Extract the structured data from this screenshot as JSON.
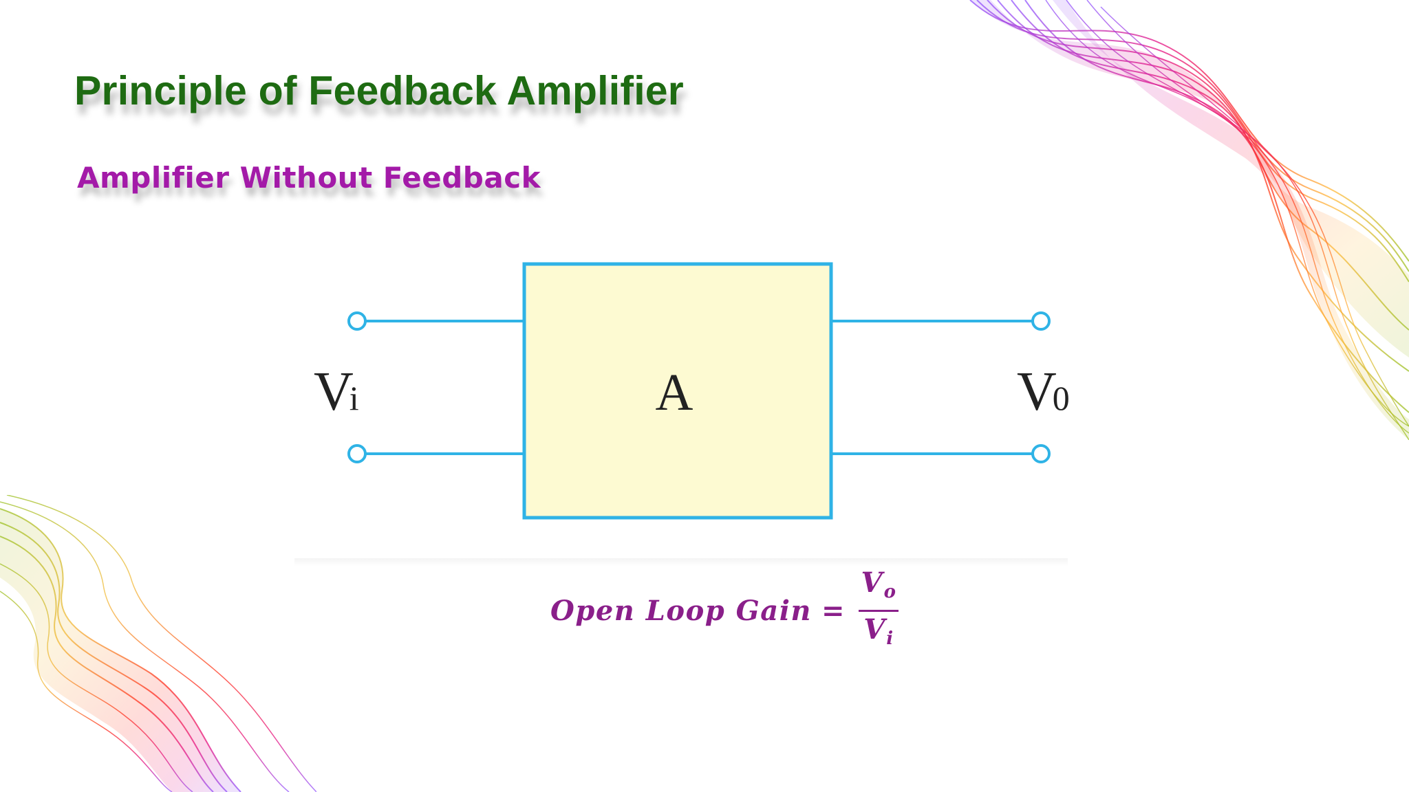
{
  "slide": {
    "title": "Principle of Feedback Amplifier",
    "subtitle": "Amplifier Without Feedback",
    "title_color": "#1e6b12",
    "subtitle_color": "#a31aa8"
  },
  "diagram": {
    "block_label": "A",
    "input_label": {
      "main": "V",
      "sub": "i"
    },
    "output_label": {
      "main": "V",
      "sub": "0"
    },
    "box_fill": "#fdfad2",
    "line_color": "#2fb3e6"
  },
  "formula": {
    "lhs": "Open Loop Gain",
    "eq": "=",
    "numerator": {
      "main": "V",
      "sub": "o"
    },
    "denominator": {
      "main": "V",
      "sub": "i"
    },
    "color": "#8a1f8a"
  },
  "decorations": {
    "corner_waves": [
      "purple",
      "magenta",
      "red",
      "orange",
      "yellow-green"
    ]
  }
}
